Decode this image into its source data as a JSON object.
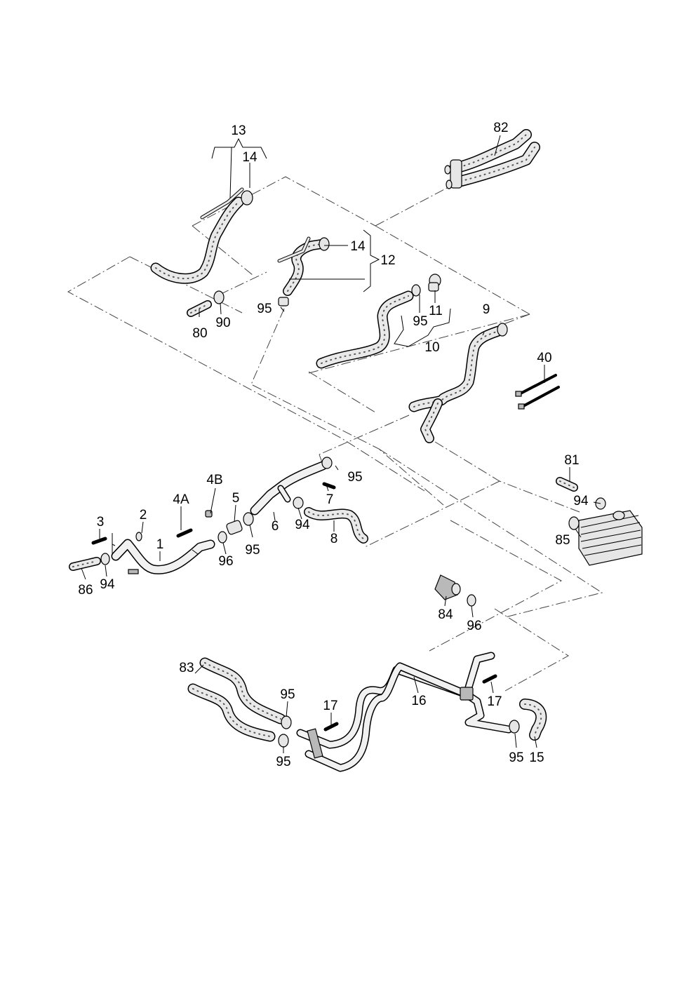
{
  "labels": {
    "l13": "13",
    "l14a": "14",
    "l82": "82",
    "l14b": "14",
    "l12": "12",
    "l95a": "95",
    "l80": "80",
    "l90": "90",
    "l95b": "95",
    "l11": "11",
    "l9": "9",
    "l10": "10",
    "l40": "40",
    "l95c": "95",
    "l7": "7",
    "l81": "81",
    "l94a": "94",
    "l85": "85",
    "l4b": "4B",
    "l5": "5",
    "l6": "6",
    "l94b": "94",
    "l8": "8",
    "l4a": "4A",
    "l3": "3",
    "l2": "2",
    "l1": "1",
    "l96a": "96",
    "l95d": "95",
    "l86": "86",
    "l94c": "94",
    "l84": "84",
    "l96b": "96",
    "l83": "83",
    "l95e": "95",
    "l17a": "17",
    "l16": "16",
    "l17b": "17",
    "l95f": "95",
    "l95g": "95",
    "l15": "15"
  }
}
